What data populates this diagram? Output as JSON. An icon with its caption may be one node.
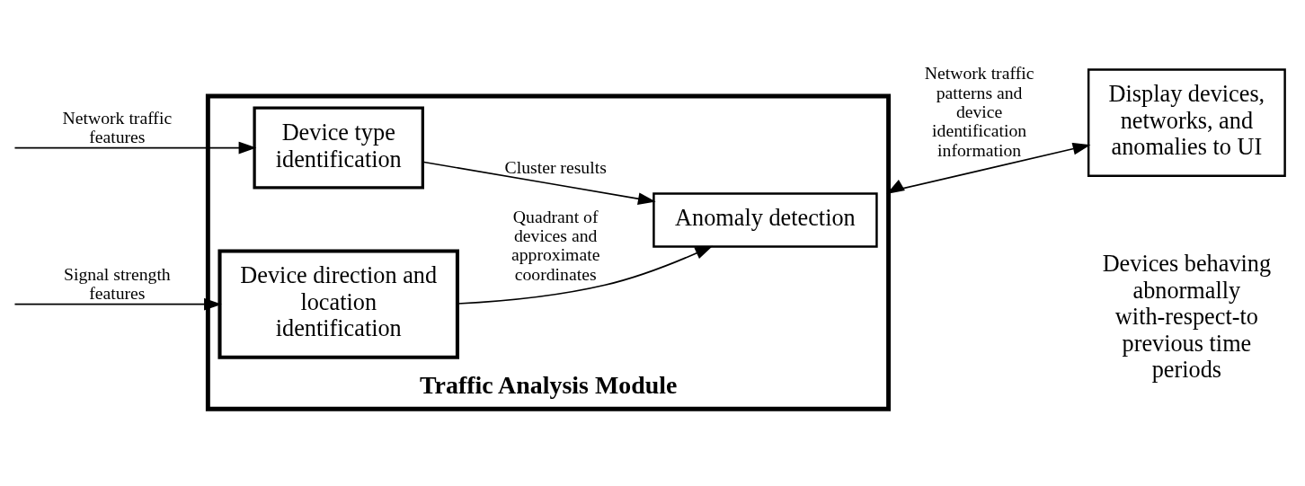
{
  "diagram": {
    "nodes": [
      {
        "text": [
          "Traffic Analysis Module"
        ]
      },
      {
        "text": [
          "Device type identification"
        ],
        "in": 0
      },
      {
        "text": [
          "Device direction and location identification"
        ],
        "in": 0
      },
      {
        "text": [
          "Anomaly detection"
        ],
        "in": 0
      },
      {
        "text": [
          "Display devices, networks, and anomalies to UI"
        ]
      }
    ],
    "edges": [
      {
        "from": null,
        "to": 1,
        "arrow": "to",
        "label": "Network traffic features"
      },
      {
        "from": null,
        "to": 2,
        "arrow": "to",
        "label": "Signal strength features"
      },
      {
        "from": 1,
        "to": 3,
        "arrow": "to",
        "label": "Cluster results"
      },
      {
        "from": 2,
        "to": 3,
        "arrow": "to",
        "label": "Quadrant of devices and approximate coordinates"
      },
      {
        "from": 0,
        "to": 4,
        "arrow": "both",
        "label": "Network traffic patterns and device identification information"
      }
    ],
    "labels": [
      "Devices behaving abnormally with-respect-to previous time periods"
    ]
  }
}
